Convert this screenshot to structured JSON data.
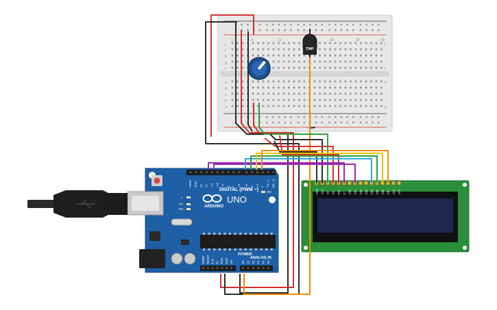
{
  "breadboard": {
    "row_letters_top": [
      "j",
      "i",
      "h",
      "g",
      "f"
    ],
    "row_letters_bottom": [
      "e",
      "d",
      "c",
      "b",
      "a"
    ],
    "column_numbers": [
      "1",
      "5",
      "10",
      "15",
      "20",
      "25",
      "30"
    ]
  },
  "sensor": {
    "label": "TMP"
  },
  "arduino": {
    "logo": "ARDUINO",
    "model": "UNO",
    "digital_label": "DIGITAL (PWM ~)",
    "power_label": "POWER",
    "analog_label": "ANALOG IN",
    "led_on": "ON",
    "led_l": "L",
    "led_tx": "TX",
    "led_rx": "RX",
    "top_header_pins": [
      "AREF",
      "GND",
      "13",
      "12",
      "~11",
      "~10",
      "~9",
      "8",
      "7",
      "~6",
      "~5",
      "4",
      "~3",
      "2",
      "TX→1",
      "RX←0"
    ],
    "power_pins": [
      "IOREF",
      "RESET",
      "3.3V",
      "5V",
      "GND",
      "GND",
      "Vin"
    ],
    "analog_pins": [
      "A0",
      "A1",
      "A2",
      "A3",
      "A4",
      "A5"
    ]
  },
  "lcd": {
    "pins": [
      "GND",
      "VCC",
      "V0",
      "RS",
      "RW",
      "E",
      "DB0",
      "DB1",
      "DB2",
      "DB3",
      "DB4",
      "DB5",
      "DB6",
      "DB7",
      "LED",
      "LED"
    ]
  },
  "colors": {
    "wire_red": "#d32f2f",
    "wire_black": "#2b2b2b",
    "wire_orange": "#f08c00",
    "wire_yellow": "#e8c400",
    "wire_green": "#2e9e3a",
    "wire_blue": "#29a8e0",
    "wire_purple": "#9c27b0",
    "board_blue": "#1e5fa5",
    "lcd_green": "#2a8f3a",
    "lcd_screen": "#1d2a4d"
  }
}
